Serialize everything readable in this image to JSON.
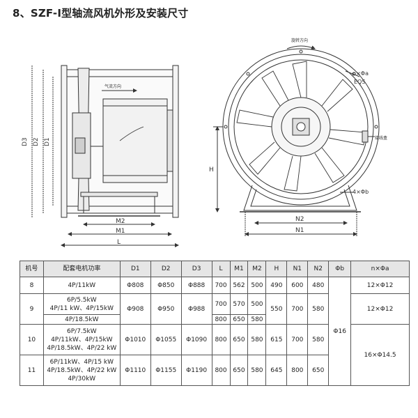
{
  "title": "8、SZF-Ⅰ型轴流风机外形及安装尺寸",
  "drawing": {
    "labels": {
      "airflow": "气流方向",
      "rotation": "旋转方向",
      "junction_box": "接线盒",
      "holes": "n×Φa",
      "eqs": "EQS",
      "foot_holes": "4×Φb",
      "D1": "D1",
      "D2": "D2",
      "D3": "D3",
      "M1": "M1",
      "M2": "M2",
      "L": "L",
      "N1": "N1",
      "N2": "N2",
      "H": "H"
    }
  },
  "table": {
    "headers": [
      "机号",
      "配套电机功率",
      "D1",
      "D2",
      "D3",
      "L",
      "M1",
      "M2",
      "H",
      "N1",
      "N2",
      "Φb",
      "n×Φa"
    ],
    "rows": [
      {
        "no": "8",
        "motor": [
          "4P/11kW"
        ],
        "d1": "Φ808",
        "d2": "Φ850",
        "d3": "Φ888",
        "l": "700",
        "m1": "562",
        "m2": "500",
        "h": "490",
        "n1": "600",
        "n2": "480",
        "na": "12×Φ12"
      },
      {
        "no": "9",
        "motor": [
          "6P/5.5kW",
          "4P/11 kW、4P/15kW"
        ],
        "d1": "Φ908",
        "d2": "Φ950",
        "d3": "Φ988",
        "l": "700",
        "m1": "570",
        "m2": "500",
        "h": "550",
        "n1": "700",
        "n2": "580",
        "na": "12×Φ12"
      },
      {
        "motor": [
          "4P/18.5kW"
        ],
        "l": "800",
        "m1": "650",
        "m2": "580"
      },
      {
        "no": "10",
        "motor": [
          "6P/7.5kW",
          "4P/11kW、4P/15kW",
          "4P/18.5kW、4P/22 kW"
        ],
        "d1": "Φ1010",
        "d2": "Φ1055",
        "d3": "Φ1090",
        "l": "800",
        "m1": "650",
        "m2": "580",
        "h": "615",
        "n1": "700",
        "n2": "580"
      },
      {
        "no": "11",
        "motor": [
          "6P/11kW、4P/15 kW",
          "4P/18.5kW、4P/22 kW",
          "4P/30kW"
        ],
        "d1": "Φ1110",
        "d2": "Φ1155",
        "d3": "Φ1190",
        "l": "800",
        "m1": "650",
        "m2": "580",
        "h": "645",
        "n1": "800",
        "n2": "650"
      }
    ],
    "phi_b": "Φ16",
    "na_10_11": "16×Φ14.5"
  }
}
